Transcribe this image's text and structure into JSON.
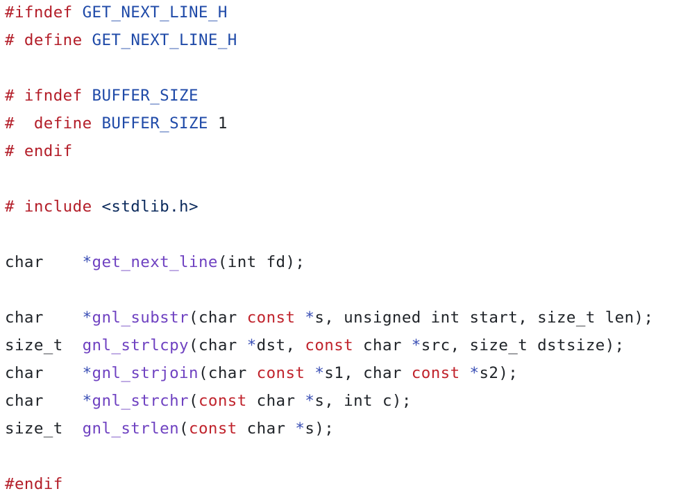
{
  "colors": {
    "background": "#ffffff",
    "plain": "#1f2328",
    "preprocessor": "#b31d28",
    "macro": "#1f4aa8",
    "keyword": "#c0232c",
    "function": "#6f42c1",
    "operator": "#3a4fb5",
    "include_path": "#0b2a5c"
  },
  "code": {
    "lines": [
      [
        {
          "t": "pp",
          "v": "#ifndef"
        },
        {
          "t": "plain",
          "v": " "
        },
        {
          "t": "macro",
          "v": "GET_NEXT_LINE_H"
        }
      ],
      [
        {
          "t": "pp",
          "v": "# define"
        },
        {
          "t": "plain",
          "v": " "
        },
        {
          "t": "macro",
          "v": "GET_NEXT_LINE_H"
        }
      ],
      [],
      [
        {
          "t": "pp",
          "v": "# ifndef"
        },
        {
          "t": "plain",
          "v": " "
        },
        {
          "t": "macro",
          "v": "BUFFER_SIZE"
        }
      ],
      [
        {
          "t": "pp",
          "v": "#  define"
        },
        {
          "t": "plain",
          "v": " "
        },
        {
          "t": "macro",
          "v": "BUFFER_SIZE"
        },
        {
          "t": "plain",
          "v": " 1"
        }
      ],
      [
        {
          "t": "pp",
          "v": "# endif"
        }
      ],
      [],
      [
        {
          "t": "pp",
          "v": "# include"
        },
        {
          "t": "plain",
          "v": " "
        },
        {
          "t": "str",
          "v": "<stdlib.h>"
        }
      ],
      [],
      [
        {
          "t": "plain",
          "v": "char    "
        },
        {
          "t": "op",
          "v": "*"
        },
        {
          "t": "fn",
          "v": "get_next_line"
        },
        {
          "t": "plain",
          "v": "(int fd);"
        }
      ],
      [],
      [
        {
          "t": "plain",
          "v": "char    "
        },
        {
          "t": "op",
          "v": "*"
        },
        {
          "t": "fn",
          "v": "gnl_substr"
        },
        {
          "t": "plain",
          "v": "(char "
        },
        {
          "t": "kw",
          "v": "const"
        },
        {
          "t": "plain",
          "v": " "
        },
        {
          "t": "op",
          "v": "*"
        },
        {
          "t": "plain",
          "v": "s, unsigned int start, size_t len);"
        }
      ],
      [
        {
          "t": "plain",
          "v": "size_t  "
        },
        {
          "t": "fn",
          "v": "gnl_strlcpy"
        },
        {
          "t": "plain",
          "v": "(char "
        },
        {
          "t": "op",
          "v": "*"
        },
        {
          "t": "plain",
          "v": "dst, "
        },
        {
          "t": "kw",
          "v": "const"
        },
        {
          "t": "plain",
          "v": " char "
        },
        {
          "t": "op",
          "v": "*"
        },
        {
          "t": "plain",
          "v": "src, size_t dstsize);"
        }
      ],
      [
        {
          "t": "plain",
          "v": "char    "
        },
        {
          "t": "op",
          "v": "*"
        },
        {
          "t": "fn",
          "v": "gnl_strjoin"
        },
        {
          "t": "plain",
          "v": "(char "
        },
        {
          "t": "kw",
          "v": "const"
        },
        {
          "t": "plain",
          "v": " "
        },
        {
          "t": "op",
          "v": "*"
        },
        {
          "t": "plain",
          "v": "s1, char "
        },
        {
          "t": "kw",
          "v": "const"
        },
        {
          "t": "plain",
          "v": " "
        },
        {
          "t": "op",
          "v": "*"
        },
        {
          "t": "plain",
          "v": "s2);"
        }
      ],
      [
        {
          "t": "plain",
          "v": "char    "
        },
        {
          "t": "op",
          "v": "*"
        },
        {
          "t": "fn",
          "v": "gnl_strchr"
        },
        {
          "t": "plain",
          "v": "("
        },
        {
          "t": "kw",
          "v": "const"
        },
        {
          "t": "plain",
          "v": " char "
        },
        {
          "t": "op",
          "v": "*"
        },
        {
          "t": "plain",
          "v": "s, int c);"
        }
      ],
      [
        {
          "t": "plain",
          "v": "size_t  "
        },
        {
          "t": "fn",
          "v": "gnl_strlen"
        },
        {
          "t": "plain",
          "v": "("
        },
        {
          "t": "kw",
          "v": "const"
        },
        {
          "t": "plain",
          "v": " char "
        },
        {
          "t": "op",
          "v": "*"
        },
        {
          "t": "plain",
          "v": "s);"
        }
      ],
      [],
      [
        {
          "t": "pp",
          "v": "#endif"
        }
      ]
    ]
  }
}
